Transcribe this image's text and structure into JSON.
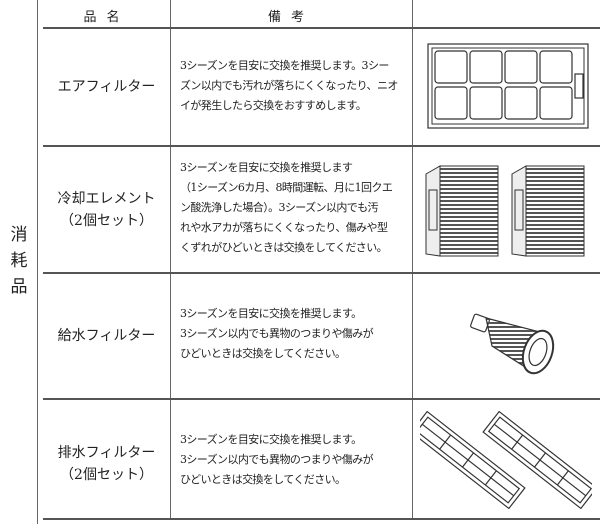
{
  "section_label": "消耗品",
  "headers": {
    "name": "品名",
    "remarks": "備考",
    "image": ""
  },
  "rows": [
    {
      "name": "エアフィルター",
      "remark": "3シーズンを目安に交換を推奨します。3シー\nズン以内でも汚れが落ちにくくなったり、ニオ\nイが発生したら交換をおすすめします。",
      "image_icon": "air-filter-image"
    },
    {
      "name": "冷却エレメント\n（2個セット）",
      "remark": "3シーズンを目安に交換を推奨します\n（1シーズン6カ月、8時間運転、月に1回クエ\nン酸洗浄した場合）。3シーズン以内でも汚\nれや水アカが落ちにくくなったり、傷みや型\nくずれがひどいときは交換をしてください。",
      "image_icon": "cooling-element-image"
    },
    {
      "name": "給水フィルター",
      "remark": "3シーズンを目安に交換を推奨します。\n3シーズン以内でも異物のつまりや傷みが\nひどいときは交換をしてください。",
      "image_icon": "water-supply-filter-image"
    },
    {
      "name": "排水フィルター\n（2個セット）",
      "remark": "3シーズンを目安に交換を推奨します。\n3シーズン以内でも異物のつまりや傷みが\nひどいときは交換をしてください。",
      "image_icon": "drain-filter-image"
    }
  ]
}
